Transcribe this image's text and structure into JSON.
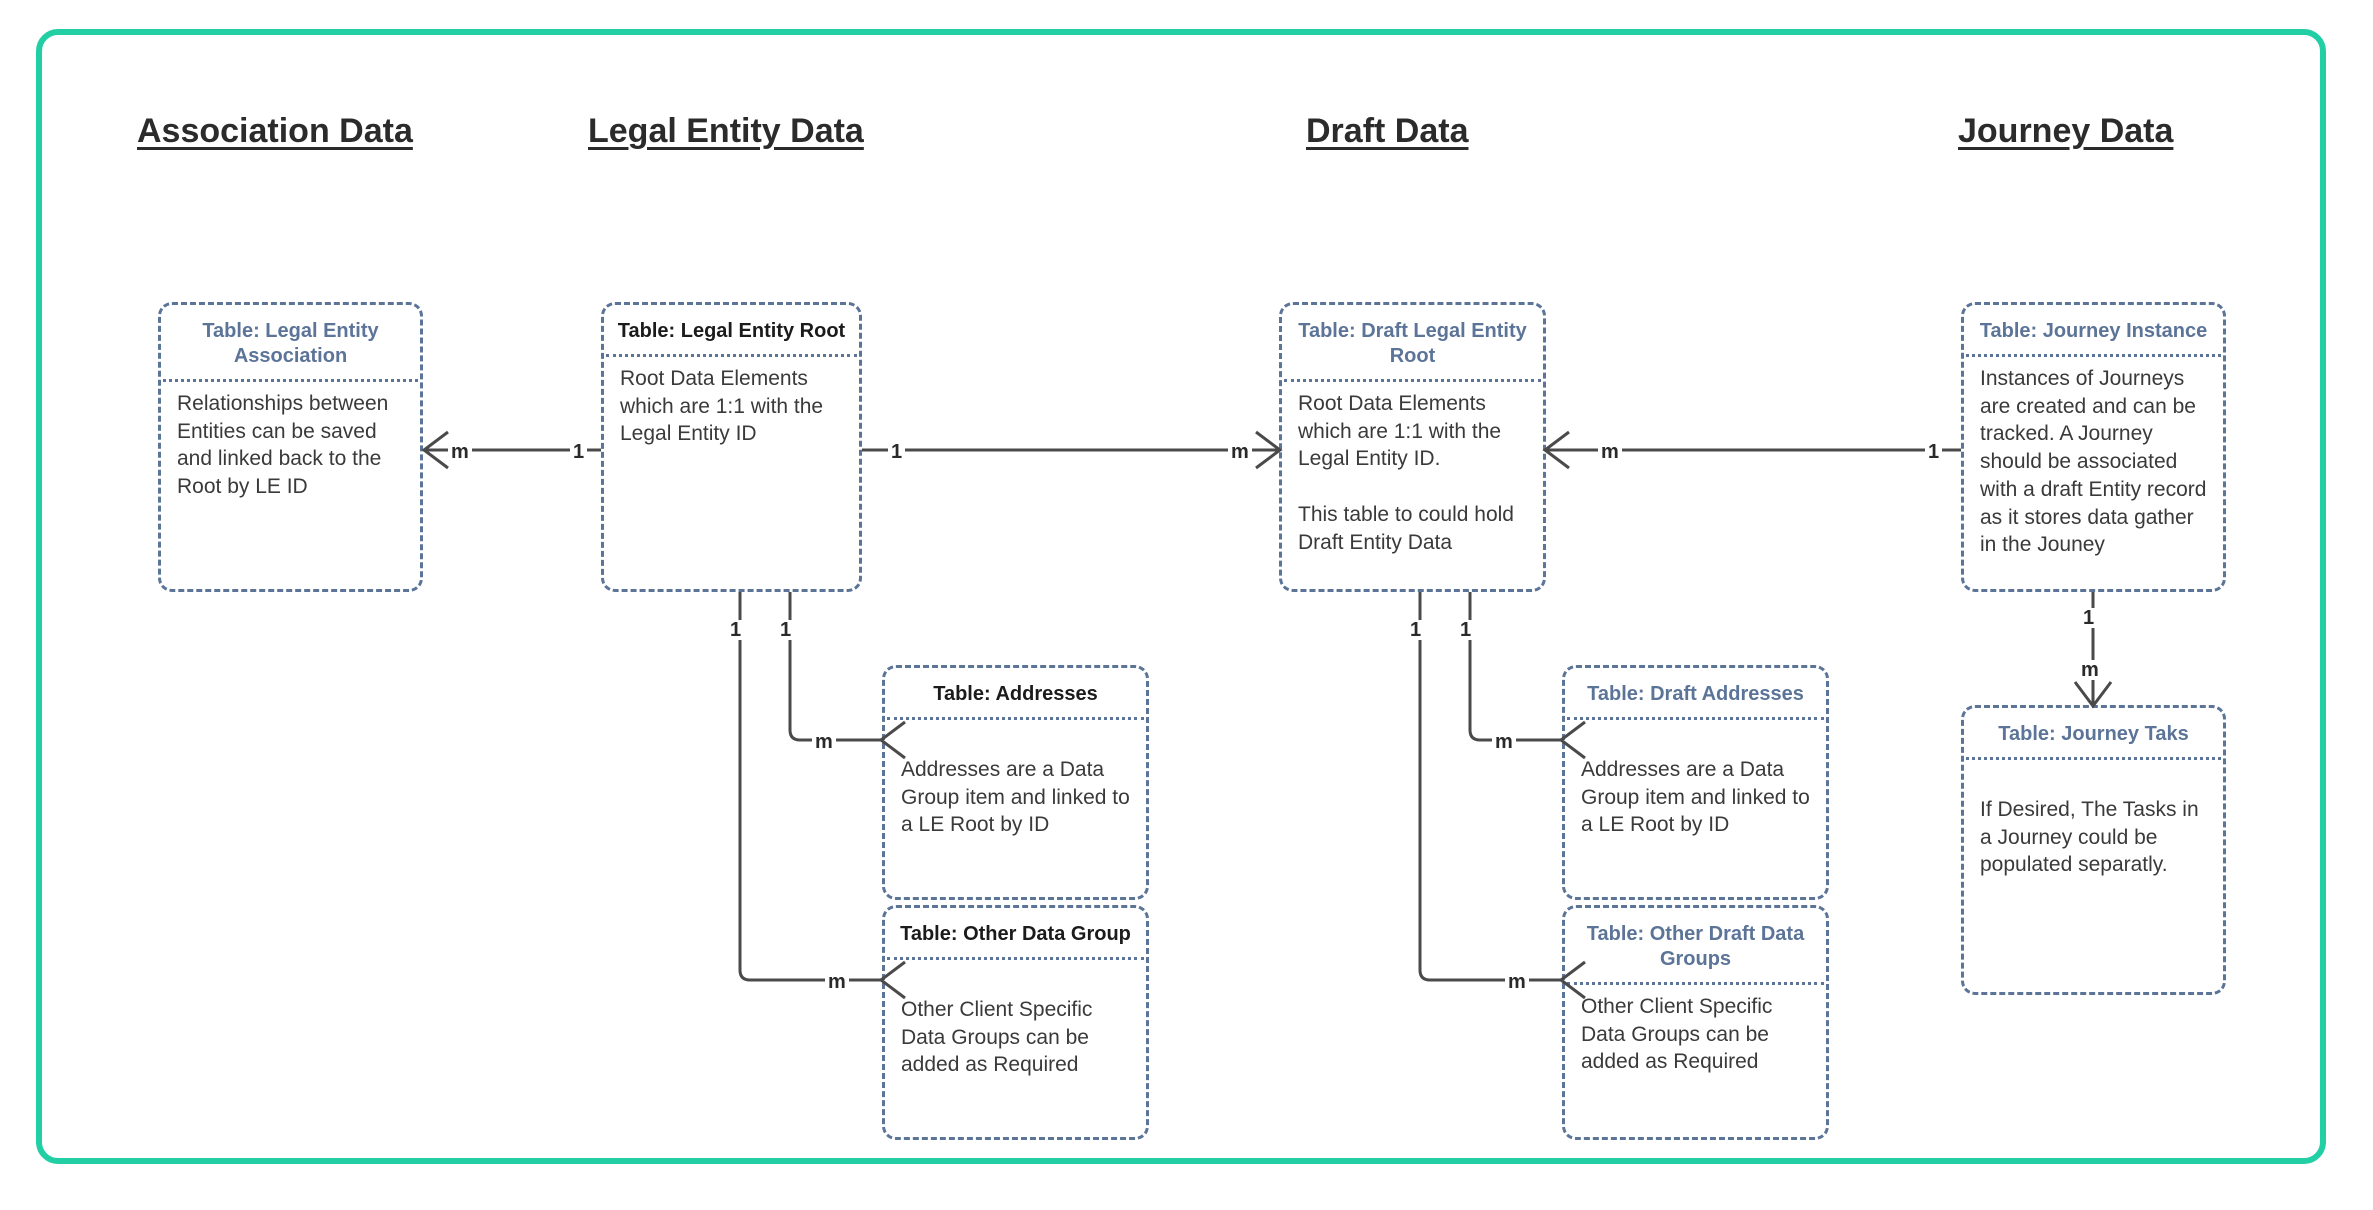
{
  "frame": {
    "border_color": "#22cfa5",
    "name": "diagram-frame"
  },
  "columns": [
    {
      "id": "association",
      "label": "Association Data"
    },
    {
      "id": "legal-entity",
      "label": "Legal Entity Data"
    },
    {
      "id": "draft",
      "label": "Draft Data"
    },
    {
      "id": "journey",
      "label": "Journey Data"
    }
  ],
  "tables": {
    "legal_entity_association": {
      "title": "Table: Legal Entity Association",
      "body": "Relationships between Entities can be saved and linked back to the Root by LE ID",
      "title_color": "#5b7498"
    },
    "legal_entity_root": {
      "title": "Table: Legal Entity Root",
      "body": "Root Data Elements which are 1:1 with the Legal Entity ID",
      "title_color": "#1b1b1b"
    },
    "addresses": {
      "title": "Table: Addresses",
      "body": "Addresses are a Data Group item and linked to a LE Root by ID",
      "title_color": "#1b1b1b"
    },
    "other_data_group": {
      "title": "Table: Other Data Group",
      "body": "Other Client Specific Data Groups can be added as Required",
      "title_color": "#1b1b1b"
    },
    "draft_legal_entity_root": {
      "title": "Table: Draft Legal Entity Root",
      "body": "Root Data Elements which are 1:1 with the Legal Entity ID.\n\nThis table to could hold Draft Entity Data",
      "title_color": "#5b7498"
    },
    "draft_addresses": {
      "title": "Table: Draft Addresses",
      "body": "Addresses are a Data Group item and linked to a LE Root by ID",
      "title_color": "#5b7498"
    },
    "other_draft_data_groups": {
      "title": "Table: Other Draft Data Groups",
      "body": "Other Client Specific Data Groups can be added as Required",
      "title_color": "#5b7498"
    },
    "journey_instance": {
      "title": "Table: Journey Instance",
      "body": "Instances of Journeys are created and can be tracked. A Journey should be associated with a draft Entity record as it stores data gather in the Jouney",
      "title_color": "#5b7498"
    },
    "journey_tasks": {
      "title": "Table: Journey Taks",
      "body": "If Desired, The Tasks in a Journey could be populated separatly.",
      "title_color": "#5b7498"
    }
  },
  "relationships": [
    {
      "id": "assoc-to-root",
      "from": "legal_entity_association",
      "to": "legal_entity_root",
      "from_card": "m",
      "to_card": "1"
    },
    {
      "id": "root-to-draftroot",
      "from": "legal_entity_root",
      "to": "draft_legal_entity_root",
      "from_card": "1",
      "to_card": "m"
    },
    {
      "id": "draftroot-to-journey",
      "from": "draft_legal_entity_root",
      "to": "journey_instance",
      "from_card": "m",
      "to_card": "1"
    },
    {
      "id": "root-to-addresses",
      "from": "legal_entity_root",
      "to": "addresses",
      "from_card": "1",
      "to_card": "m"
    },
    {
      "id": "root-to-otherdata",
      "from": "legal_entity_root",
      "to": "other_data_group",
      "from_card": "1",
      "to_card": "m"
    },
    {
      "id": "draftroot-to-draftaddresses",
      "from": "draft_legal_entity_root",
      "to": "draft_addresses",
      "from_card": "1",
      "to_card": "m"
    },
    {
      "id": "draftroot-to-otherdraft",
      "from": "draft_legal_entity_root",
      "to": "other_draft_data_groups",
      "from_card": "1",
      "to_card": "m"
    },
    {
      "id": "journey-to-tasks",
      "from": "journey_instance",
      "to": "journey_tasks",
      "from_card": "1",
      "to_card": "m"
    }
  ],
  "cardinality_labels": {
    "assoc_m": "m",
    "assoc_1": "1",
    "root_right_1": "1",
    "draftroot_left_m": "m",
    "draftroot_right_m": "m",
    "journey_left_1": "1",
    "root_down_left_1": "1",
    "root_down_right_1": "1",
    "addresses_m": "m",
    "otherdata_m": "m",
    "draftroot_down_left_1": "1",
    "draftroot_down_right_1": "1",
    "draft_addresses_m": "m",
    "other_draft_m": "m",
    "journey_down_1": "1",
    "journey_tasks_m": "m"
  }
}
